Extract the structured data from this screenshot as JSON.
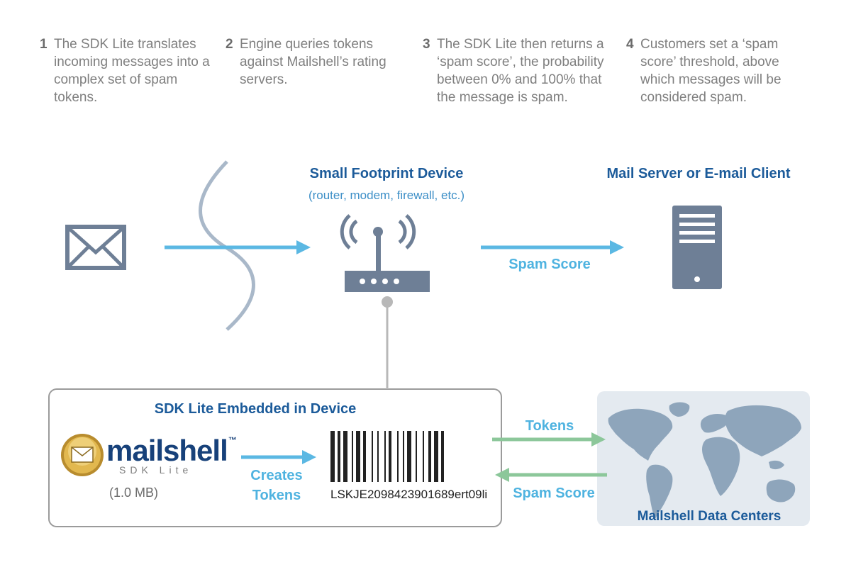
{
  "steps": [
    {
      "number": "1",
      "text": "The SDK Lite translates incoming messages into a complex set of spam tokens."
    },
    {
      "number": "2",
      "text": "Engine queries tokens against Mailshell’s rating servers."
    },
    {
      "number": "3",
      "text": "The SDK Lite then returns a ‘spam score’, the probability between 0% and 100% that the message is spam."
    },
    {
      "number": "4",
      "text": "Customers set a ‘spam score’ threshold, above which messages will be considered spam."
    }
  ],
  "device": {
    "title": "Small Footprint Device",
    "subtitle": "(router, modem, firewall, etc.)",
    "icon": "router-icon"
  },
  "server": {
    "title": "Mail Server or E-mail Client",
    "icon": "server-icon"
  },
  "arrows": {
    "spam_score_top": "Spam Score",
    "creates_tokens_line1": "Creates",
    "creates_tokens_line2": "Tokens",
    "tokens": "Tokens",
    "spam_score_bottom": "Spam Score"
  },
  "sdk_box": {
    "title": "SDK Lite Embedded in Device",
    "logo_word": "mailshell",
    "logo_tm": "™",
    "logo_sub": "SDK Lite",
    "size": "(1.0 MB)",
    "barcode_text": "LSKJE2098423901689ert09li"
  },
  "datacenters": {
    "title": "Mailshell Data Centers"
  },
  "colors": {
    "blue_arrow": "#5bb8e3",
    "green_arrow": "#8cc79a",
    "icon_gray": "#6e7f96",
    "title_blue": "#1c5b9a"
  }
}
